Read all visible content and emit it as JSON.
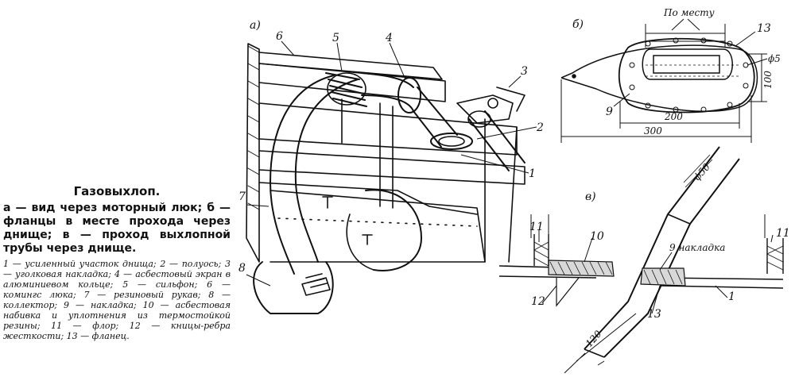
{
  "caption": {
    "title": "Газовыхлоп.",
    "views": "а — вид через моторный люк; б — фланцы в месте прохода через днище; в — проход выхлопной трубы через днище.",
    "parts": "1 — усиленный участок днища; 2 — полуось; 3 — уголковая накладка; 4 — асбестовый экран в алюминиевом кольце; 5 — сильфон; 6 — комингс люка; 7 — резиновый рукав; 8 — коллектор; 9 — накладка; 10 — асбестовая набивка и уплотнения из термостойкой резины; 11 — флор; 12 — кницы-ребра жесткости; 13 — фланец."
  },
  "view_a": {
    "letter": "а)",
    "labels": {
      "l1": "1",
      "l2": "2",
      "l3": "3",
      "l4": "4",
      "l5": "5",
      "l6": "6",
      "l7": "7",
      "l8": "8"
    }
  },
  "view_b": {
    "letter": "б)",
    "po_mestu": "По месту",
    "labels": {
      "l9": "9",
      "l13": "13"
    },
    "dims": {
      "d5": "ϕ5",
      "d100": "100",
      "d200": "200",
      "d300": "300"
    }
  },
  "view_v": {
    "letter": "в)",
    "nakladka": "9 накладка",
    "labels": {
      "l1": "1",
      "l10": "10",
      "l11a": "11",
      "l11b": "11",
      "l12": "12",
      "l13": "13"
    },
    "dims": {
      "d50": "ϕ50",
      "d120": "120"
    }
  }
}
